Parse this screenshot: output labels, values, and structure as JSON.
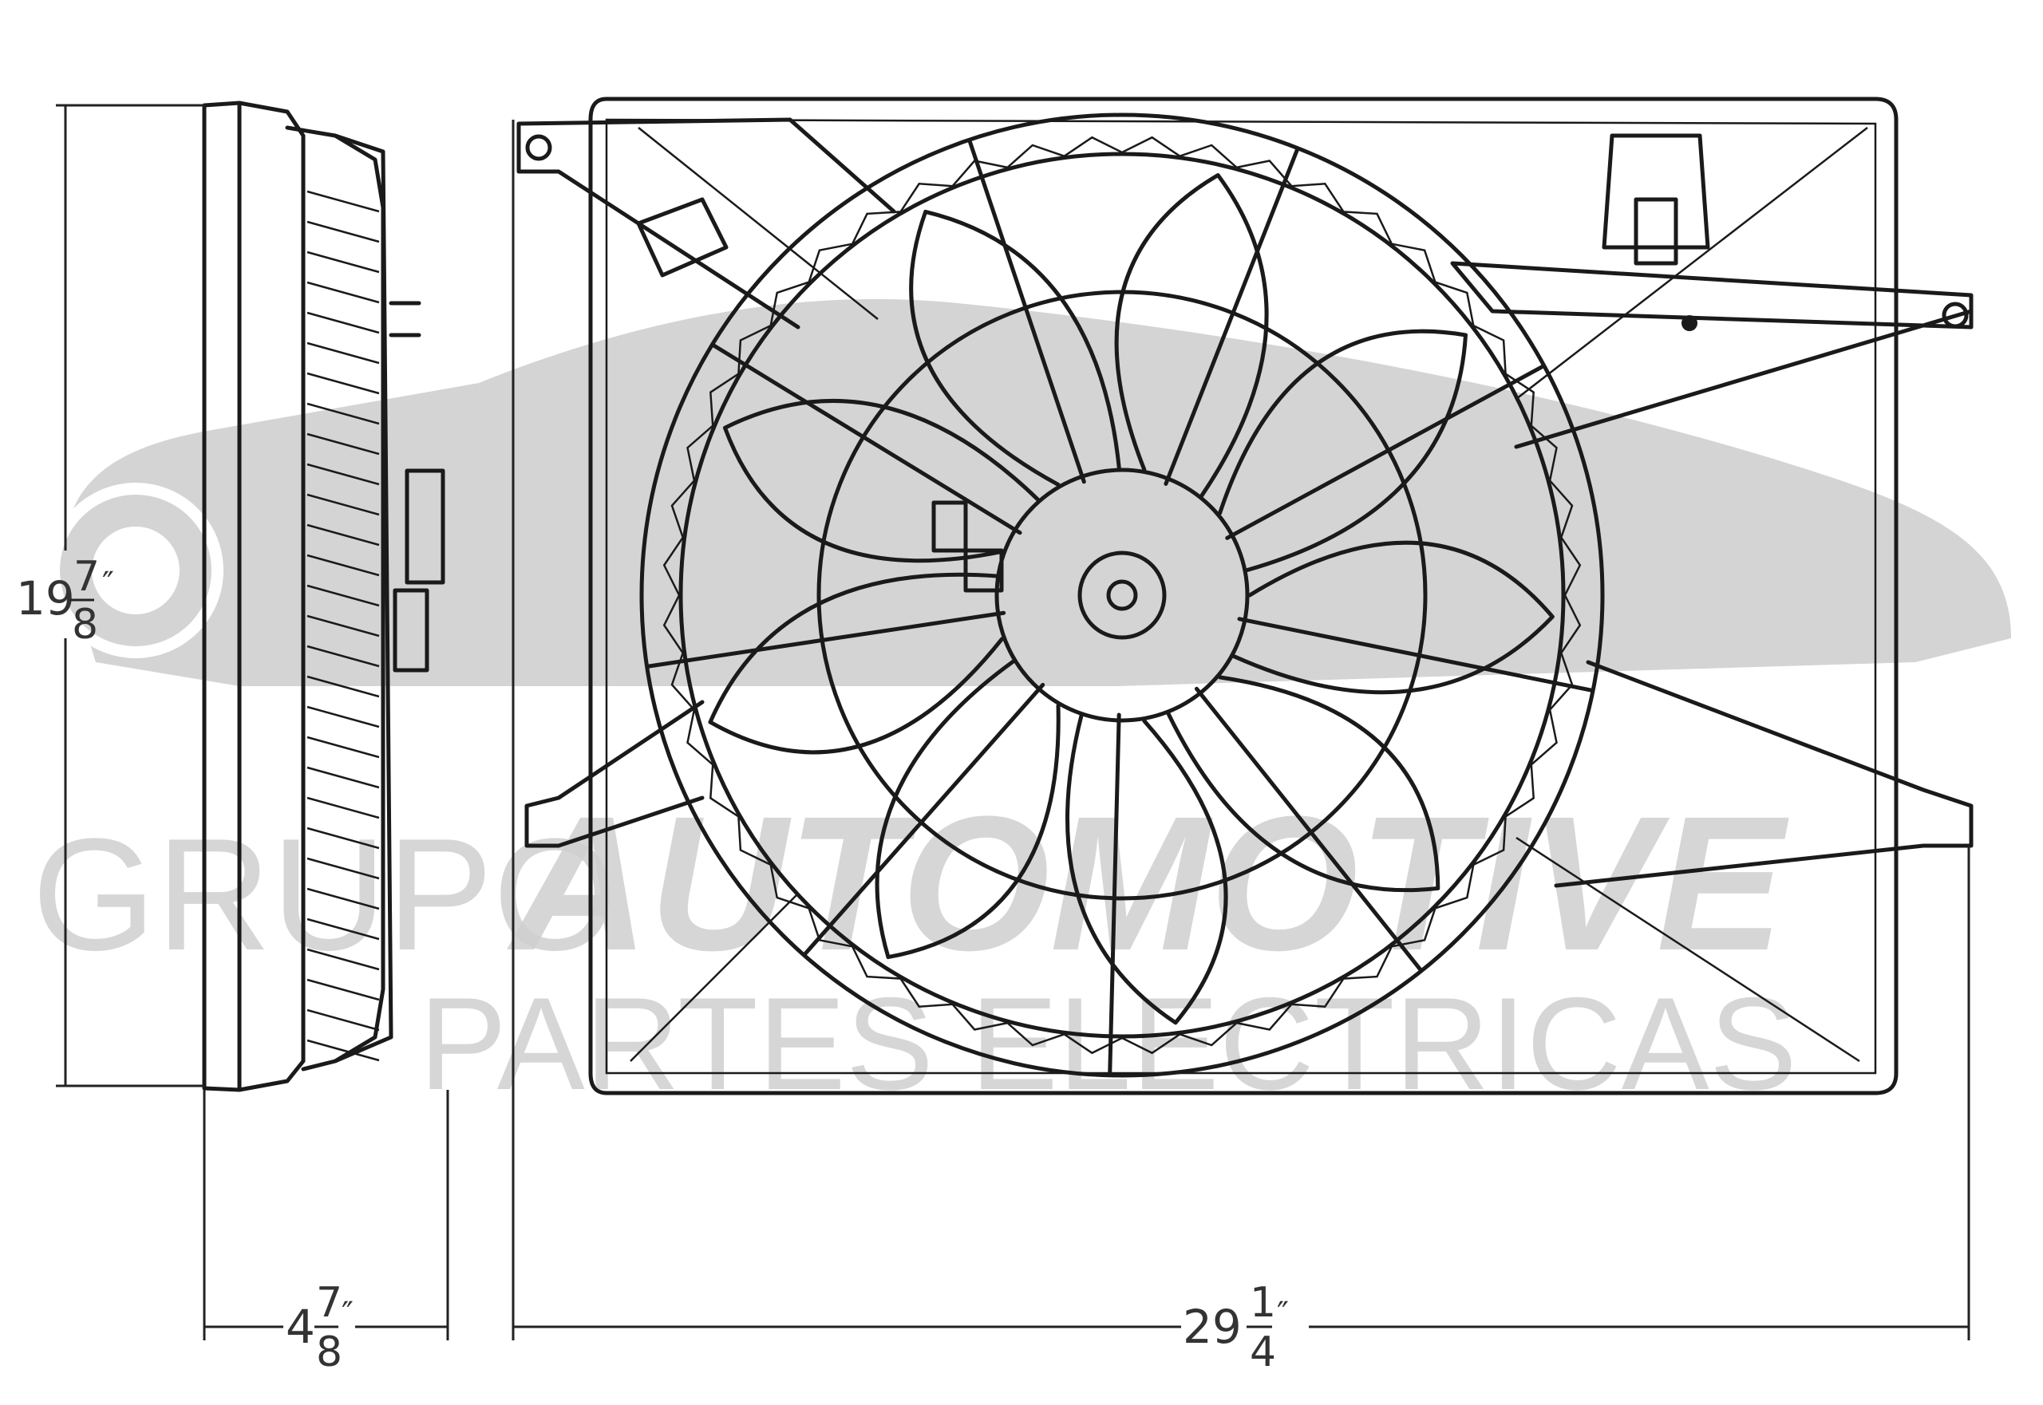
{
  "dimensions": {
    "height": {
      "whole": "19",
      "num": "7",
      "den": "8",
      "unit": "″"
    },
    "depth": {
      "whole": "4",
      "num": "7",
      "den": "8",
      "unit": "″"
    },
    "width": {
      "whole": "29",
      "num": "1",
      "den": "4",
      "unit": "″"
    }
  },
  "watermark": {
    "line1_a": "GRUPO",
    "line1_b": "AUTOMOTIVE",
    "line2": "PARTES ELECTRICAS"
  },
  "fan": {
    "blade_count": 9,
    "spoke_count": 9
  }
}
